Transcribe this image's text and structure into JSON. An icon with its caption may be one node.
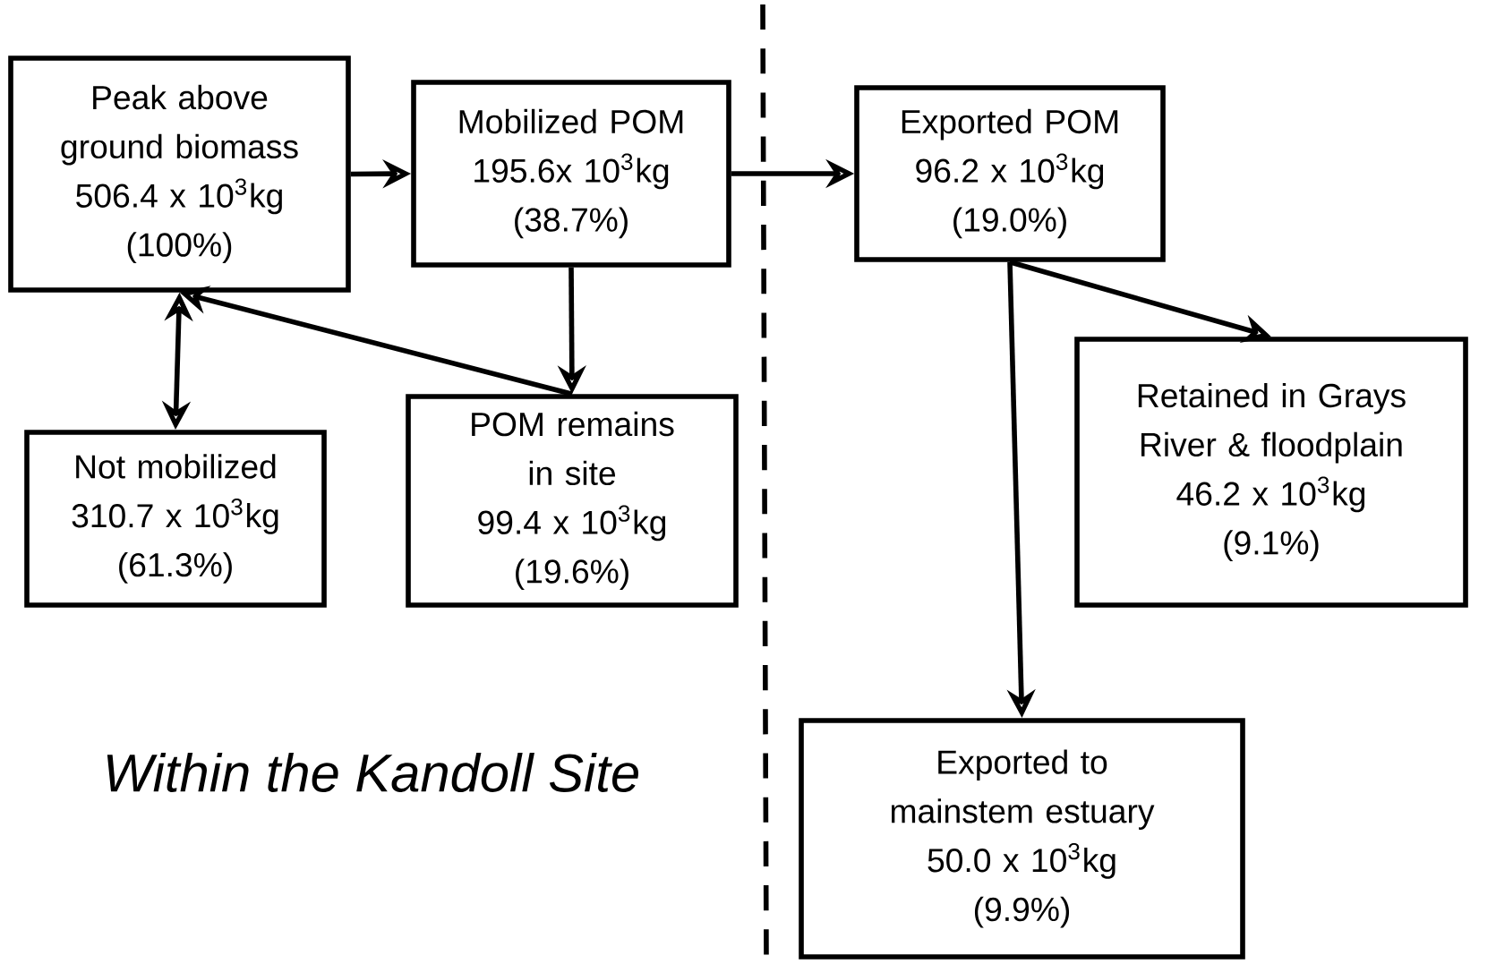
{
  "diagram": {
    "nodes": [
      {
        "text": [
          "Peak above ground biomass",
          "506.4 x 10$^{3}$kg",
          "(100%)"
        ]
      },
      {
        "text": [
          "Mobilized POM",
          "195.6x 10$^{3}$kg",
          "(38.7%)"
        ]
      },
      {
        "text": [
          "Exported POM",
          "96.2 x 10$^{3}$kg",
          "(19.0%)"
        ]
      },
      {
        "text": [
          "Not mobilized",
          "310.7 x 10$^{3}$kg",
          "(61.3%)"
        ]
      },
      {
        "text": [
          "POM remains in site",
          "99.4 x 10$^{3}$kg",
          "(19.6%)"
        ]
      },
      {
        "text": [
          "Retained in Grays River & floodplain",
          "46.2 x 10$^{3}$kg",
          "(9.1%)"
        ]
      },
      {
        "text": [
          "Exported to mainstem estuary",
          "50.0 x 10$^{3}$kg",
          "(9.9%)"
        ]
      }
    ],
    "edges": [
      {
        "from": 0,
        "to": 1,
        "arrow": "to"
      },
      {
        "from": 1,
        "to": 2,
        "arrow": "to"
      },
      {
        "from": 1,
        "to": 4,
        "arrow": "to"
      },
      {
        "from": 4,
        "to": 0,
        "arrow": "to"
      },
      {
        "from": 0,
        "to": 3,
        "arrow": "both"
      },
      {
        "from": 2,
        "to": 5,
        "arrow": "to"
      },
      {
        "from": 2,
        "to": 6,
        "arrow": "to"
      }
    ],
    "labels": [
      "Within the Kandoll Site"
    ]
  }
}
